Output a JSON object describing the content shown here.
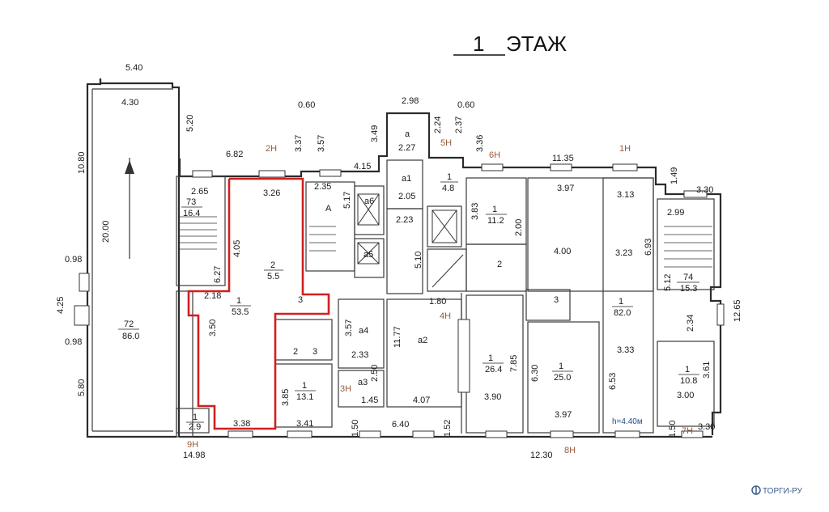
{
  "title": "1",
  "title_suffix": "ЭТАЖ",
  "floor_height": "h=4.40м",
  "watermark": "ТОРГИ-РУ",
  "highlight_color": "#d11f1f",
  "unit_label_color": "#9a5a3c",
  "dimensions": [
    "5.40",
    "4.30",
    "10.80",
    "20.00",
    "0.98",
    "4.25",
    "0.98",
    "5.80",
    "5.20",
    "6.82",
    "0.60",
    "3.37",
    "3.57",
    "3.49",
    "2.98",
    "2.24",
    "2.37",
    "0.60",
    "3.36",
    "11.35",
    "1.49",
    "3.30",
    "2.65",
    "3.26",
    "2.35",
    "5.17",
    "2.27",
    "2.05",
    "2.23",
    "3.83",
    "2.00",
    "3.97",
    "3.13",
    "2.99",
    "4.05",
    "6.27",
    "2.18",
    "3.50",
    "5.10",
    "4.00",
    "3.23",
    "6.93",
    "5.12",
    "12.65",
    "1.80",
    "3.57",
    "2.33",
    "11.77",
    "7.85",
    "6.30",
    "2.34",
    "3.33",
    "3.61",
    "3.85",
    "2.50",
    "1.45",
    "4.07",
    "3.90",
    "3.97",
    "6.53",
    "3.00",
    "3.38",
    "3.41",
    "6.40",
    "1.52",
    "1.50",
    "1.50",
    "3.30",
    "14.98",
    "12.30",
    "4.15"
  ],
  "rooms": [
    {
      "num": "72",
      "area": "86.0"
    },
    {
      "num": "73",
      "area": "16.4"
    },
    {
      "num": "2",
      "area": "5.5"
    },
    {
      "num": "1",
      "area": "53.5"
    },
    {
      "num": "1",
      "area": "13.1"
    },
    {
      "num": "1",
      "area": "2.9"
    },
    {
      "num": "1",
      "area": "4.8"
    },
    {
      "num": "1",
      "area": "11.2"
    },
    {
      "num": "1",
      "area": "26.4"
    },
    {
      "num": "1",
      "area": "25.0"
    },
    {
      "num": "1",
      "area": "82.0"
    },
    {
      "num": "74",
      "area": "15.3"
    },
    {
      "num": "1",
      "area": "10.8"
    }
  ],
  "room_marks": [
    "A",
    "a",
    "a1",
    "a6",
    "a5",
    "a4",
    "a2",
    "a3",
    "2",
    "3",
    "2",
    "3",
    "2",
    "3"
  ],
  "units": [
    "2Н",
    "5Н",
    "6Н",
    "1Н",
    "4Н",
    "3Н",
    "9Н",
    "8Н",
    "7Н"
  ]
}
